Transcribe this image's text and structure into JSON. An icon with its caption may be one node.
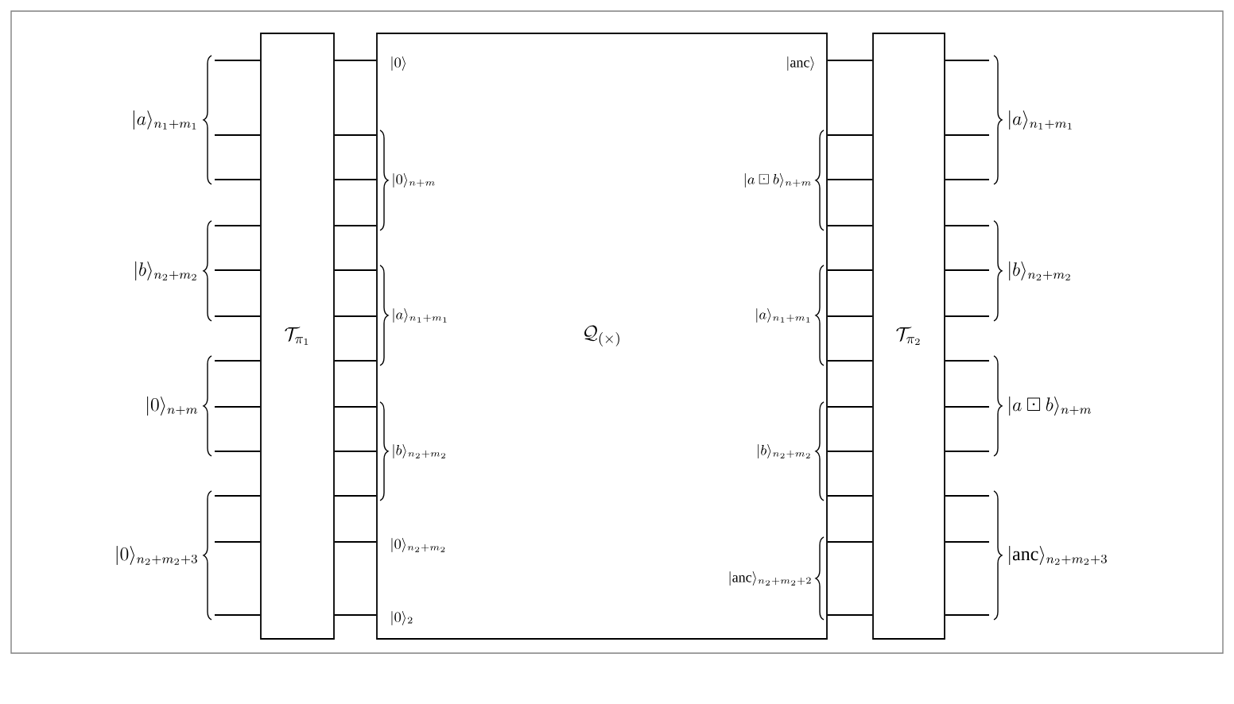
{
  "diagram": {
    "nodes": [
      {
        "text": [
          "\\mathcal{T}_{\\pi_1}"
        ]
      },
      {
        "text": [
          "\\mathcal{Q}_{(\\times)}"
        ]
      },
      {
        "text": [
          "\\mathcal{T}_{\\pi_2}"
        ]
      }
    ],
    "edges": [
      {
        "from": null,
        "to": 0,
        "arrow": "none"
      },
      {
        "from": null,
        "to": 0,
        "arrow": "none"
      },
      {
        "from": null,
        "to": 0,
        "arrow": "none"
      },
      {
        "from": null,
        "to": 0,
        "arrow": "none"
      },
      {
        "from": null,
        "to": 0,
        "arrow": "none"
      },
      {
        "from": null,
        "to": 0,
        "arrow": "none"
      },
      {
        "from": null,
        "to": 0,
        "arrow": "none"
      },
      {
        "from": null,
        "to": 0,
        "arrow": "none"
      },
      {
        "from": null,
        "to": 0,
        "arrow": "none"
      },
      {
        "from": null,
        "to": 0,
        "arrow": "none"
      },
      {
        "from": null,
        "to": 0,
        "arrow": "none"
      },
      {
        "from": null,
        "to": 0,
        "arrow": "none"
      },
      {
        "from": 0,
        "to": 1,
        "arrow": "none"
      },
      {
        "from": 0,
        "to": 1,
        "arrow": "none"
      },
      {
        "from": 0,
        "to": 1,
        "arrow": "none"
      },
      {
        "from": 0,
        "to": 1,
        "arrow": "none"
      },
      {
        "from": 0,
        "to": 1,
        "arrow": "none"
      },
      {
        "from": 0,
        "to": 1,
        "arrow": "none"
      },
      {
        "from": 0,
        "to": 1,
        "arrow": "none"
      },
      {
        "from": 0,
        "to": 1,
        "arrow": "none"
      },
      {
        "from": 0,
        "to": 1,
        "arrow": "none"
      },
      {
        "from": 0,
        "to": 1,
        "arrow": "none"
      },
      {
        "from": 0,
        "to": 1,
        "arrow": "none"
      },
      {
        "from": 0,
        "to": 1,
        "arrow": "none"
      },
      {
        "from": 1,
        "to": 2,
        "arrow": "none"
      },
      {
        "from": 1,
        "to": 2,
        "arrow": "none"
      },
      {
        "from": 1,
        "to": 2,
        "arrow": "none"
      },
      {
        "from": 1,
        "to": 2,
        "arrow": "none"
      },
      {
        "from": 1,
        "to": 2,
        "arrow": "none"
      },
      {
        "from": 1,
        "to": 2,
        "arrow": "none"
      },
      {
        "from": 1,
        "to": 2,
        "arrow": "none"
      },
      {
        "from": 1,
        "to": 2,
        "arrow": "none"
      },
      {
        "from": 1,
        "to": 2,
        "arrow": "none"
      },
      {
        "from": 1,
        "to": 2,
        "arrow": "none"
      },
      {
        "from": 1,
        "to": 2,
        "arrow": "none"
      },
      {
        "from": 1,
        "to": 2,
        "arrow": "none"
      },
      {
        "from": 2,
        "to": null,
        "arrow": "none"
      },
      {
        "from": 2,
        "to": null,
        "arrow": "none"
      },
      {
        "from": 2,
        "to": null,
        "arrow": "none"
      },
      {
        "from": 2,
        "to": null,
        "arrow": "none"
      },
      {
        "from": 2,
        "to": null,
        "arrow": "none"
      },
      {
        "from": 2,
        "to": null,
        "arrow": "none"
      },
      {
        "from": 2,
        "to": null,
        "arrow": "none"
      },
      {
        "from": 2,
        "to": null,
        "arrow": "none"
      },
      {
        "from": 2,
        "to": null,
        "arrow": "none"
      },
      {
        "from": 2,
        "to": null,
        "arrow": "none"
      },
      {
        "from": 2,
        "to": null,
        "arrow": "none"
      },
      {
        "from": 2,
        "to": null,
        "arrow": "none"
      }
    ],
    "labels": [
      "|a\\rangle_{n_1+m_1}",
      "|b\\rangle_{n_2+m_2}",
      "|0\\rangle_{n+m}",
      "|0\\rangle_{n_2+m_2+3}",
      "|0\\rangle",
      "|0\\rangle_{n+m}",
      "|a\\rangle_{n_1+m_1}",
      "|b\\rangle_{n_2+m_2}",
      "|0\\rangle_{n_2+m_2}",
      "|0\\rangle_2",
      "|\\mathrm{anc}\\rangle",
      "|a \\boxdot b\\rangle_{n+m}",
      "|a\\rangle_{n_1+m_1}",
      "|b\\rangle_{n_2+m_2}",
      "|\\mathrm{anc}\\rangle_{n_2+m_2+2}",
      "|a\\rangle_{n_1+m_1}",
      "|b\\rangle_{n_2+m_2}",
      "|a \\boxdot b\\rangle_{n+m}",
      "|\\mathrm{anc}\\rangle_{n_2+m_2+3}"
    ]
  }
}
